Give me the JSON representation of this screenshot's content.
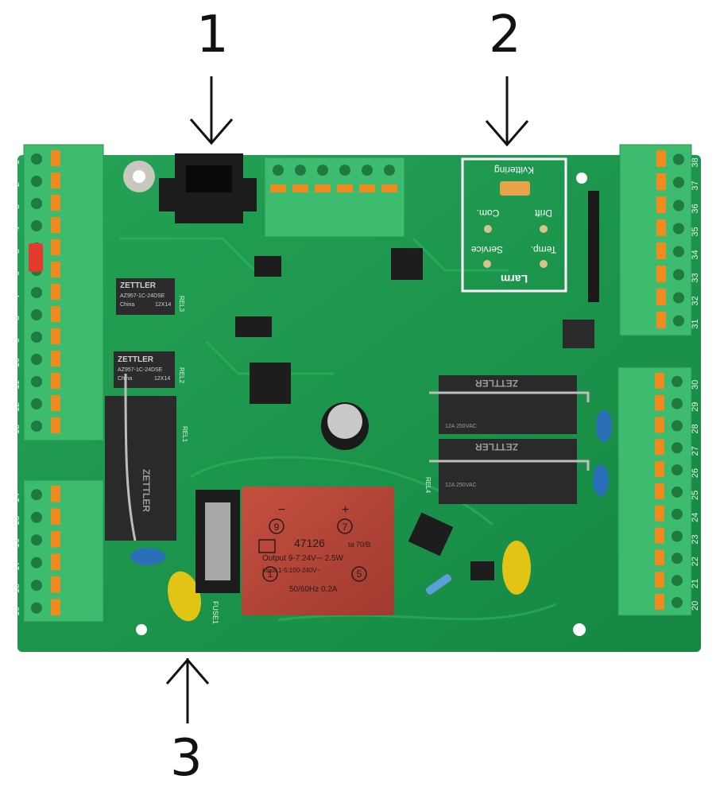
{
  "callouts": {
    "c1": "1",
    "c2": "2",
    "c3": "3"
  },
  "status_panel": {
    "kvittering": "Kvittering",
    "com": "Com.",
    "drift": "Drift",
    "service": "Service",
    "temp": "Temp.",
    "larm": "Larm"
  },
  "relays": {
    "small_brand": "ZETTLER",
    "small_model": "AZ957-1C-24DSE",
    "small_origin": "China",
    "small_code": "12X14",
    "rel1": "REL1",
    "rel2": "REL2",
    "rel3": "REL3",
    "rel4": "REL4",
    "big_brand": "ZETTLER",
    "big_rating": "12A 250VAC"
  },
  "transformer": {
    "minus": "−",
    "plus": "+",
    "pin9": "9",
    "pin7": "7",
    "pin1": "1",
    "pin5": "5",
    "model": "47126",
    "ta": "ta 70/B",
    "output": "Output 9-7:24V⎓ 2.5W",
    "input": "Input  1-5:100-240V~",
    "freq": "50/60Hz  0.2A"
  },
  "fuse": {
    "label": "FUSE1"
  },
  "terminals": {
    "left_top": [
      "1",
      "2",
      "3",
      "4",
      "5",
      "6",
      "7",
      "8",
      "9",
      "10",
      "11",
      "12",
      "13"
    ],
    "left_bottom": [
      "14",
      "15",
      "16",
      "17",
      "18",
      "19"
    ],
    "right_top": [
      "38",
      "37",
      "36",
      "35",
      "34",
      "33",
      "32",
      "31"
    ],
    "right_bottom": [
      "30",
      "29",
      "28",
      "27",
      "26",
      "25",
      "24",
      "23",
      "22",
      "21",
      "20"
    ]
  },
  "colors": {
    "board": "#1f9a4e",
    "terminal": "#3dbb6e",
    "lever": "#f08a1e",
    "transformer": "#b8463a",
    "relay": "#2b2b2b"
  }
}
